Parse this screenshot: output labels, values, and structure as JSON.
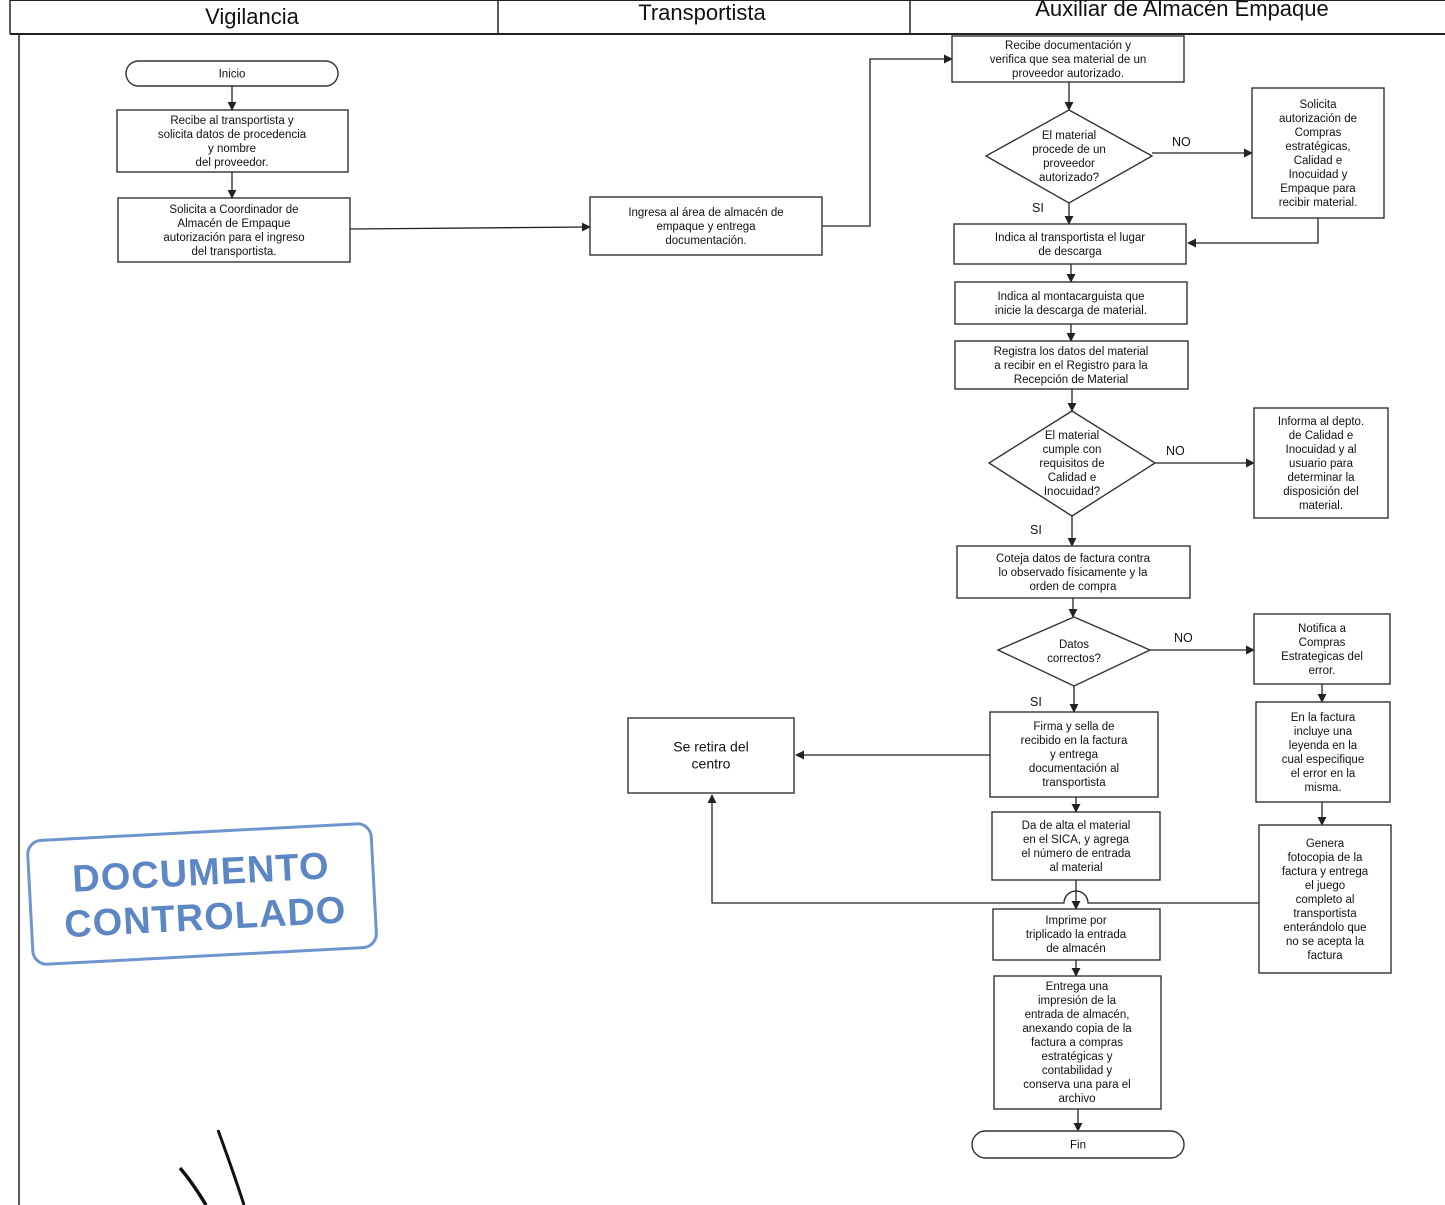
{
  "lanes": [
    "Vigilancia",
    "Transportista",
    "Auxiliar de  Almacén Empaque"
  ],
  "nodes": {
    "inicio": "Inicio",
    "v1": "Recibe al transportista y\nsolicita datos de procedencia\ny nombre\ndel proveedor.",
    "v2": "Solicita a Coordinador de\nAlmacén de Empaque\nautorización para el ingreso\ndel transportista.",
    "t1": "Ingresa al área de almacén de\nempaque y entrega\ndocumentación.",
    "a1": "Recibe documentación y\nverifica que sea material de un\nproveedor autorizado.",
    "d1": "El material\nprocede de un\nproveedor\nautorizado?",
    "n1": "Solicita\nautorización de\nCompras\nestratégicas,\nCalidad e\nInocuidad y\nEmpaque para\nrecibir material.",
    "a2": "Indica al transportista el lugar\nde descarga",
    "a3": "Indica al montacarguista que\ninicie la descarga de material.",
    "a4": "Registra los datos del material\na recibir en el Registro para la\nRecepción de Material",
    "d2": "El material\ncumple con\nrequisitos de\nCalidad e\nInocuidad?",
    "n2": "Informa al depto.\nde Calidad e\nInocuidad y al\nusuario para\ndeterminar la\ndisposición del\nmaterial.",
    "a5": "Coteja datos de factura contra\nlo observado físicamente y la\norden de compra",
    "d3": "Datos\ncorrectos?",
    "n3": "Notifica a\nCompras\nEstrategicas del\nerror.",
    "n4": "En la factura\nincluye una\nleyenda en la\ncual especifique\nel error en la\nmisma.",
    "n5": "Genera\nfotocopia de la\nfactura y entrega\nel juego\ncompleto al\ntransportista\nenterándolo que\nno se acepta la\nfactura",
    "a6": "Firma y sella de\nrecibido en la factura\ny entrega\ndocumentación al\ntransportista",
    "t2": "Se retira del\ncentro",
    "a7": "Da de alta el material\nen el SICA, y agrega\nel número de entrada\nal material",
    "a8": "Imprime por\ntriplicado la entrada\nde almacén",
    "a9": "Entrega una\nimpresión de la\nentrada de almacén,\nanexando copia de la\nfactura a compras\nestratégicas y\ncontabilidad y\nconserva una para el\narchivo",
    "fin": "Fin"
  },
  "labels": {
    "no": "NO",
    "si": "SI"
  },
  "stamp": {
    "line1": "DOCUMENTO",
    "line2": "CONTROLADO",
    "color": "#5d86c4"
  }
}
